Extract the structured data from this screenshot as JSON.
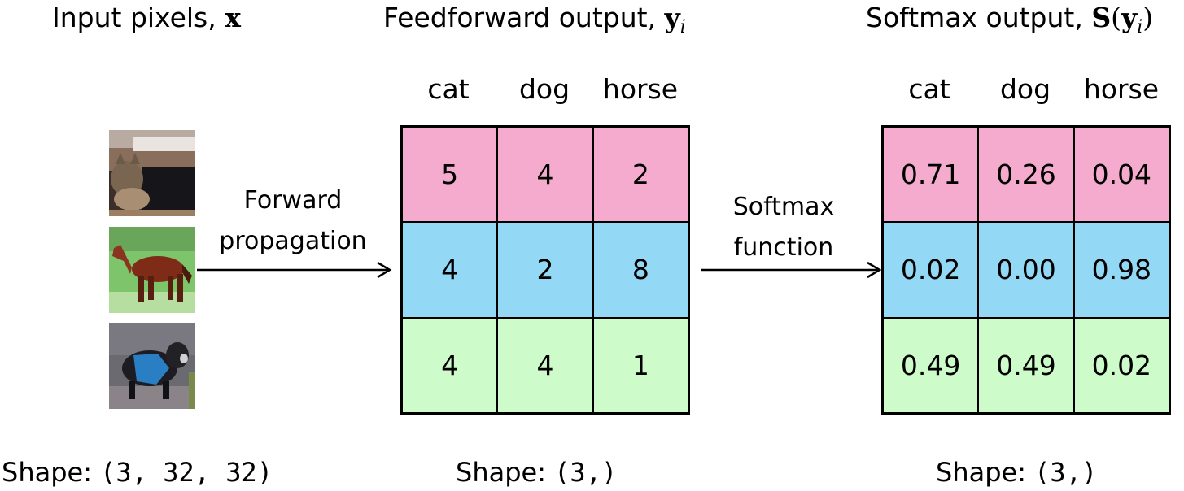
{
  "colors": {
    "row1": "#f4abcd",
    "row2": "#93d9f6",
    "row3": "#cdfcca"
  },
  "input": {
    "title_text": "Input pixels, ",
    "title_math": "x",
    "images": [
      {
        "label": "cat",
        "icon": "cat-thumbnail"
      },
      {
        "label": "horse",
        "icon": "horse-thumbnail"
      },
      {
        "label": "dog",
        "icon": "dog-thumbnail"
      }
    ],
    "shape_prefix": "Shape: ",
    "shape_value": "(3, 32, 32)"
  },
  "forward": {
    "line1": "Forward",
    "line2": "propagation"
  },
  "feedforward": {
    "title_text": "Feedforward output, ",
    "title_math": "y",
    "title_sub": "i",
    "columns": [
      "cat",
      "dog",
      "horse"
    ],
    "rows": [
      [
        "5",
        "4",
        "2"
      ],
      [
        "4",
        "2",
        "8"
      ],
      [
        "4",
        "4",
        "1"
      ]
    ],
    "shape_prefix": "Shape: ",
    "shape_value": "(3,)"
  },
  "softmax_fn": {
    "line1": "Softmax",
    "line2": "function"
  },
  "softmax": {
    "title_text": "Softmax output, ",
    "title_math_s": "S",
    "title_open": "(",
    "title_math_y": "y",
    "title_sub": "i",
    "title_close": ")",
    "columns": [
      "cat",
      "dog",
      "horse"
    ],
    "rows": [
      [
        "0.71",
        "0.26",
        "0.04"
      ],
      [
        "0.02",
        "0.00",
        "0.98"
      ],
      [
        "0.49",
        "0.49",
        "0.02"
      ]
    ],
    "shape_prefix": "Shape: ",
    "shape_value": "(3,)"
  }
}
